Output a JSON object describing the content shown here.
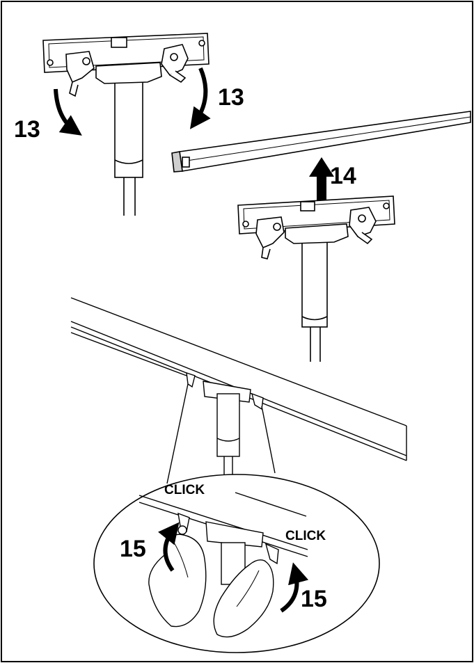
{
  "steps": {
    "s13_left": "13",
    "s13_right": "13",
    "s14": "14",
    "s15_left": "15",
    "s15_right": "15"
  },
  "callouts": {
    "click_top": "CLICK",
    "click_right": "CLICK"
  },
  "colors": {
    "ink": "#000000",
    "paper": "#ffffff",
    "shade": "#cfcfcf"
  }
}
